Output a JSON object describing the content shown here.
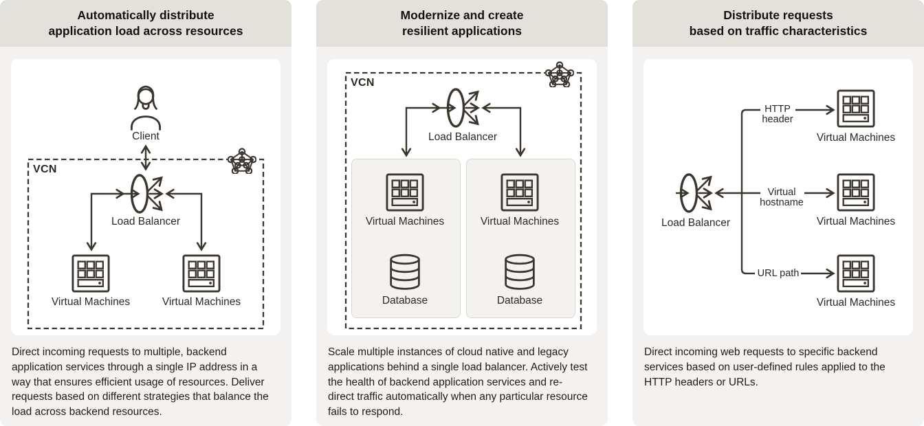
{
  "colors": {
    "header_band": "#e3e1dc",
    "panel_bg": "#f4f2f0",
    "card_bg": "#ffffff",
    "subbox_bg": "#f4f2ef",
    "subbox_border": "#d8d5d0",
    "line_and_icon": "#3a352f",
    "text": "#1e1c19"
  },
  "icons": {
    "client": "person-icon",
    "load_balancer": "load-balancer-icon",
    "virtual_machines": "virtual-machines-icon",
    "database": "database-icon",
    "vcn_network": "network-pentagon-icon"
  },
  "panels": [
    {
      "id": "automatic-distribution",
      "title_line1": "Automatically distribute",
      "title_line2": "application load across resources",
      "labels": {
        "client": "Client",
        "vcn": "VCN",
        "load_balancer": "Load Balancer",
        "vm_left": "Virtual Machines",
        "vm_right": "Virtual Machines"
      },
      "description": "Direct incoming requests to multiple, backend application services  through a single IP address in a way that ensures efficient usage of  resources. Deliver requests based on different strategies that balance the load across backend resources."
    },
    {
      "id": "modernize-resilient-apps",
      "title_line1": "Modernize and create",
      "title_line2": "resilient applications",
      "labels": {
        "vcn": "VCN",
        "load_balancer": "Load Balancer",
        "vm_left": "Virtual Machines",
        "vm_right": "Virtual Machines",
        "db_left": "Database",
        "db_right": "Database"
      },
      "description": "Scale multiple instances of cloud native and legacy applications  behind a single load balancer. Actively test the health of backend  application services and re-direct traffic automatically when any  particular resource fails to respond."
    },
    {
      "id": "traffic-characteristics",
      "title_line1": "Distribute requests",
      "title_line2": "based on traffic characteristics",
      "labels": {
        "load_balancer": "Load Balancer",
        "rule_http_line1": "HTTP",
        "rule_http_line2": "header",
        "rule_host_line1": "Virtual",
        "rule_host_line2": "hostname",
        "rule_url": "URL path",
        "vm_top": "Virtual Machines",
        "vm_middle": "Virtual Machines",
        "vm_bottom": "Virtual Machines"
      },
      "description": "Direct incoming web requests to specific backend services based on user-defined rules applied to the HTTP headers or URLs."
    }
  ]
}
